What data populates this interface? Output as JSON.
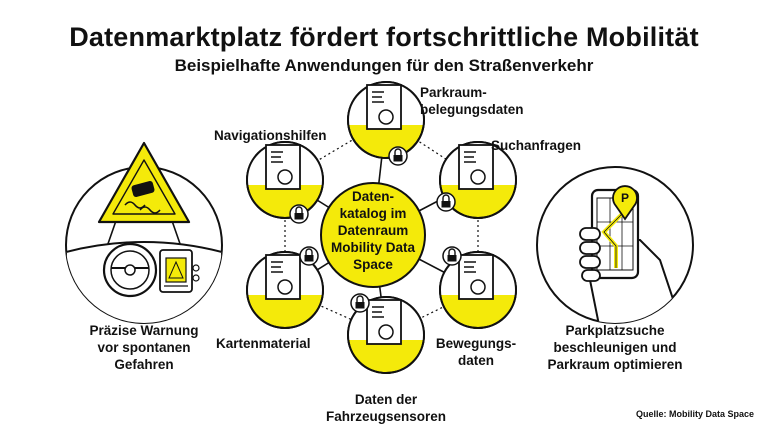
{
  "header": {
    "title": "Datenmarktplatz fördert fortschrittliche Mobilität",
    "subtitle": "Beispielhafte Anwendungen für den Straßenverkehr"
  },
  "center": {
    "lines": [
      "Daten-",
      "katalog im",
      "Datenraum",
      "Mobility Data",
      "Space"
    ]
  },
  "nodes": [
    {
      "id": "parkraum",
      "lines": [
        "Parkraum-",
        "belegungsdaten"
      ]
    },
    {
      "id": "navigation",
      "lines": [
        "Navigationshilfen"
      ]
    },
    {
      "id": "suchanfragen",
      "lines": [
        "Suchanfragen"
      ]
    },
    {
      "id": "kartenmaterial",
      "lines": [
        "Kartenmaterial"
      ]
    },
    {
      "id": "bewegungsdaten",
      "lines": [
        "Bewegungs-",
        "daten"
      ]
    },
    {
      "id": "fahrzeugsensoren",
      "lines": [
        "Daten der",
        "Fahrzeugsensoren"
      ]
    }
  ],
  "left_panel": {
    "lines": [
      "Präzise Warnung",
      "vor spontanen",
      "Gefahren"
    ]
  },
  "right_panel": {
    "lines": [
      "Parkplatzsuche",
      "beschleunigen und",
      "Parkraum optimieren"
    ],
    "parking_sign": "P"
  },
  "source": "Quelle: Mobility Data Space",
  "colors": {
    "accent": "#f4ea0a",
    "stroke": "#111111",
    "background": "#ffffff"
  }
}
